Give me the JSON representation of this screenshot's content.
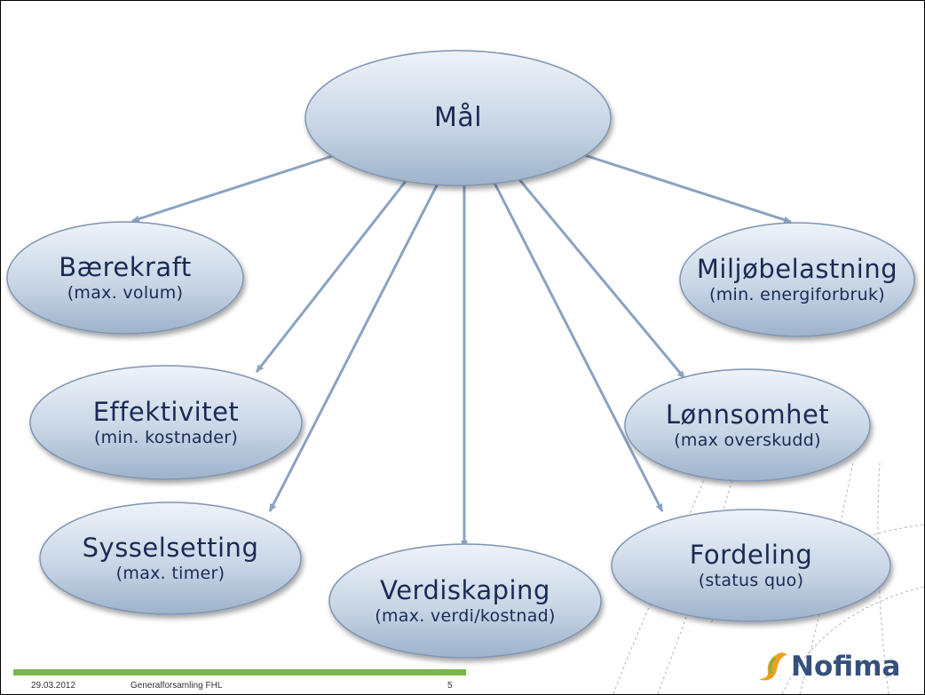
{
  "diagram": {
    "root": {
      "title": "Mål"
    },
    "nodes": [
      {
        "id": "baerekraft",
        "title": "Bærekraft",
        "sub": "(max. volum)"
      },
      {
        "id": "miljobelastning",
        "title": "Miljøbelastning",
        "sub": "(min. energiforbruk)"
      },
      {
        "id": "effektivitet",
        "title": "Effektivitet",
        "sub": "(min. kostnader)"
      },
      {
        "id": "lonnsomhet",
        "title": "Lønnsomhet",
        "sub": "(max overskudd)"
      },
      {
        "id": "sysselsetting",
        "title": "Sysselsetting",
        "sub": "(max. timer)"
      },
      {
        "id": "fordeling",
        "title": "Fordeling",
        "sub": "(status quo)"
      },
      {
        "id": "verdiskaping",
        "title": "Verdiskaping",
        "sub": "(max. verdi/kostnad)"
      }
    ],
    "colors": {
      "ellipse_fill_top": "#e9eff7",
      "ellipse_fill_bottom": "#9fb3cb",
      "ellipse_stroke": "#7f95b3",
      "arrow": "#8aa3c0",
      "text": "#1a2a55"
    }
  },
  "footer": {
    "date": "29.03.2012",
    "title": "Generalforsamling FHL",
    "page": "5",
    "bar_color": "#7ab648"
  },
  "logo": {
    "text": "Nofima",
    "icon": "nofima-swoosh-icon",
    "color": "#35507c"
  }
}
